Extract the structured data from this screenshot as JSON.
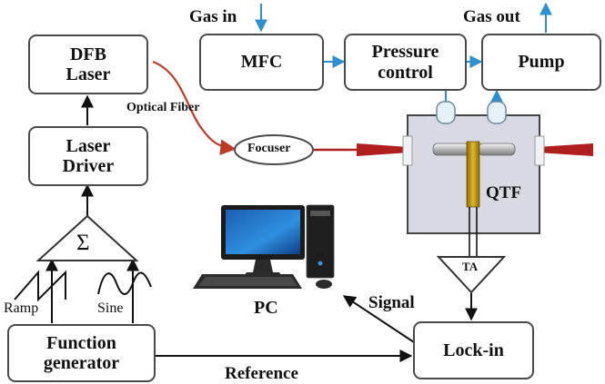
{
  "blocks": {
    "dfb_laser": "DFB\nLaser",
    "laser_driver": "Laser\nDriver",
    "function_generator": "Function\ngenerator",
    "mfc": "MFC",
    "pressure_control": "Pressure\ncontrol",
    "pump": "Pump",
    "lock_in": "Lock-in",
    "focuser": "Focuser",
    "pc": "PC",
    "qtf": "QTF",
    "ta": "TA",
    "sigma": "Σ"
  },
  "labels": {
    "gas_in": "Gas in",
    "gas_out": "Gas out",
    "optical_fiber": "Optical Fiber",
    "ramp": "Ramp",
    "sine": "Sine",
    "signal": "Signal",
    "reference": "Reference"
  },
  "colors": {
    "box_border": "#4a4a4a",
    "arrow_black": "#111111",
    "gas_arrow_blue": "#2e8fd0",
    "laser_red": "#b01e1e",
    "fiber_red": "#c03a2a",
    "cell_fill": "#d9d9e4",
    "tuning_fork_gold": "#b8900f",
    "monitor_blue": "#1976d2"
  }
}
